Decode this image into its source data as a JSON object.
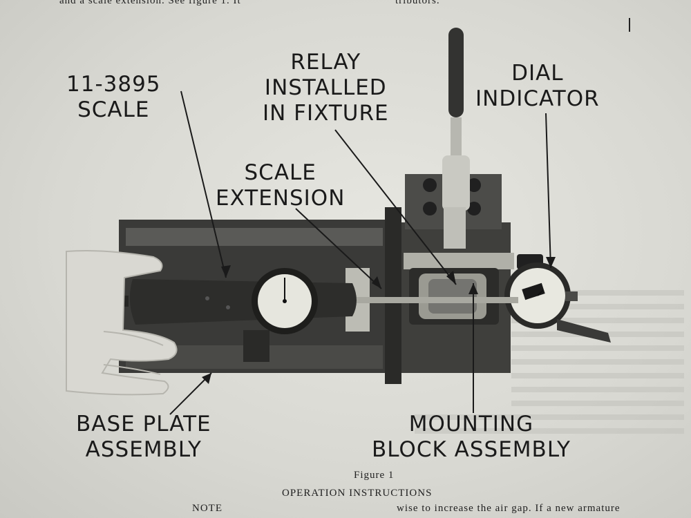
{
  "page_text": {
    "top_left": "and a scale extension.  See figure 1.  It",
    "top_right": "tributors."
  },
  "callouts": {
    "scale": [
      "11-3895",
      "SCALE"
    ],
    "relay": [
      "RELAY",
      "INSTALLED",
      "IN FIXTURE"
    ],
    "dial": [
      "DIAL",
      "INDICATOR"
    ],
    "extension": [
      "SCALE",
      "EXTENSION"
    ],
    "base": [
      "BASE PLATE",
      "ASSEMBLY"
    ],
    "mounting": [
      "MOUNTING",
      "BLOCK ASSEMBLY"
    ]
  },
  "figure": {
    "caption": "Figure 1",
    "heading": "OPERATION INSTRUCTIONS"
  },
  "footer": {
    "note": "NOTE",
    "continued": "wise to increase the air gap.  If a new armature"
  }
}
